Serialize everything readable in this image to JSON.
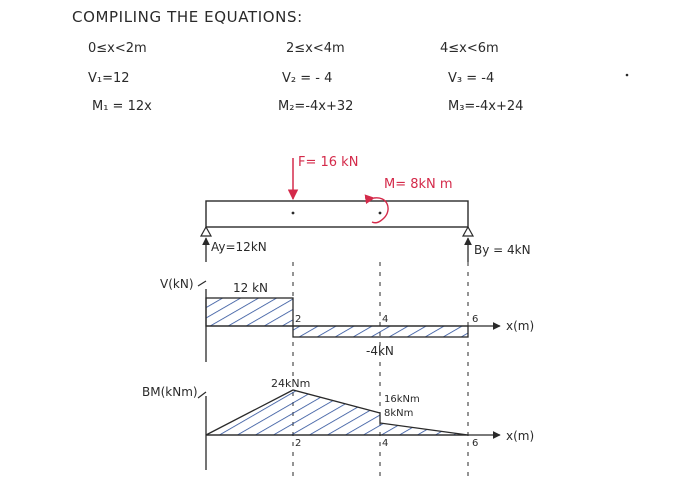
{
  "header": {
    "title": "COMPILING THE EQUATIONS:"
  },
  "equations": [
    {
      "range": "0≤x<2m",
      "shear": "V₁=12",
      "moment": "M₁ = 12x"
    },
    {
      "range": "2≤x<4m",
      "shear": "V₂ = - 4",
      "moment": "M₂=-4x+32"
    },
    {
      "range": "4≤x<6m",
      "shear": "V₃ = -4",
      "moment": "M₃=-4x+24"
    }
  ],
  "beam": {
    "force_label": "F= 16 kN",
    "moment_label": "M= 8kN m",
    "left_reaction": "Ay=12kN",
    "right_reaction": "By = 4kN"
  },
  "shear_diagram": {
    "axis_label": "V(kN)",
    "x_axis_label": "x(m)",
    "ticks": [
      "2",
      "4",
      "6"
    ],
    "pos_label": "12 kN",
    "neg_label": "-4kN"
  },
  "moment_diagram": {
    "axis_label": "BM(kNm)",
    "x_axis_label": "x(m)",
    "ticks": [
      "2",
      "4",
      "6"
    ],
    "peak_label": "24kNm",
    "label_16": "16kNm",
    "label_8": "8kNm"
  },
  "colors": {
    "ink": "#2a2a2a",
    "red": "#d42a4a",
    "hatch": "#2b4f9a"
  }
}
